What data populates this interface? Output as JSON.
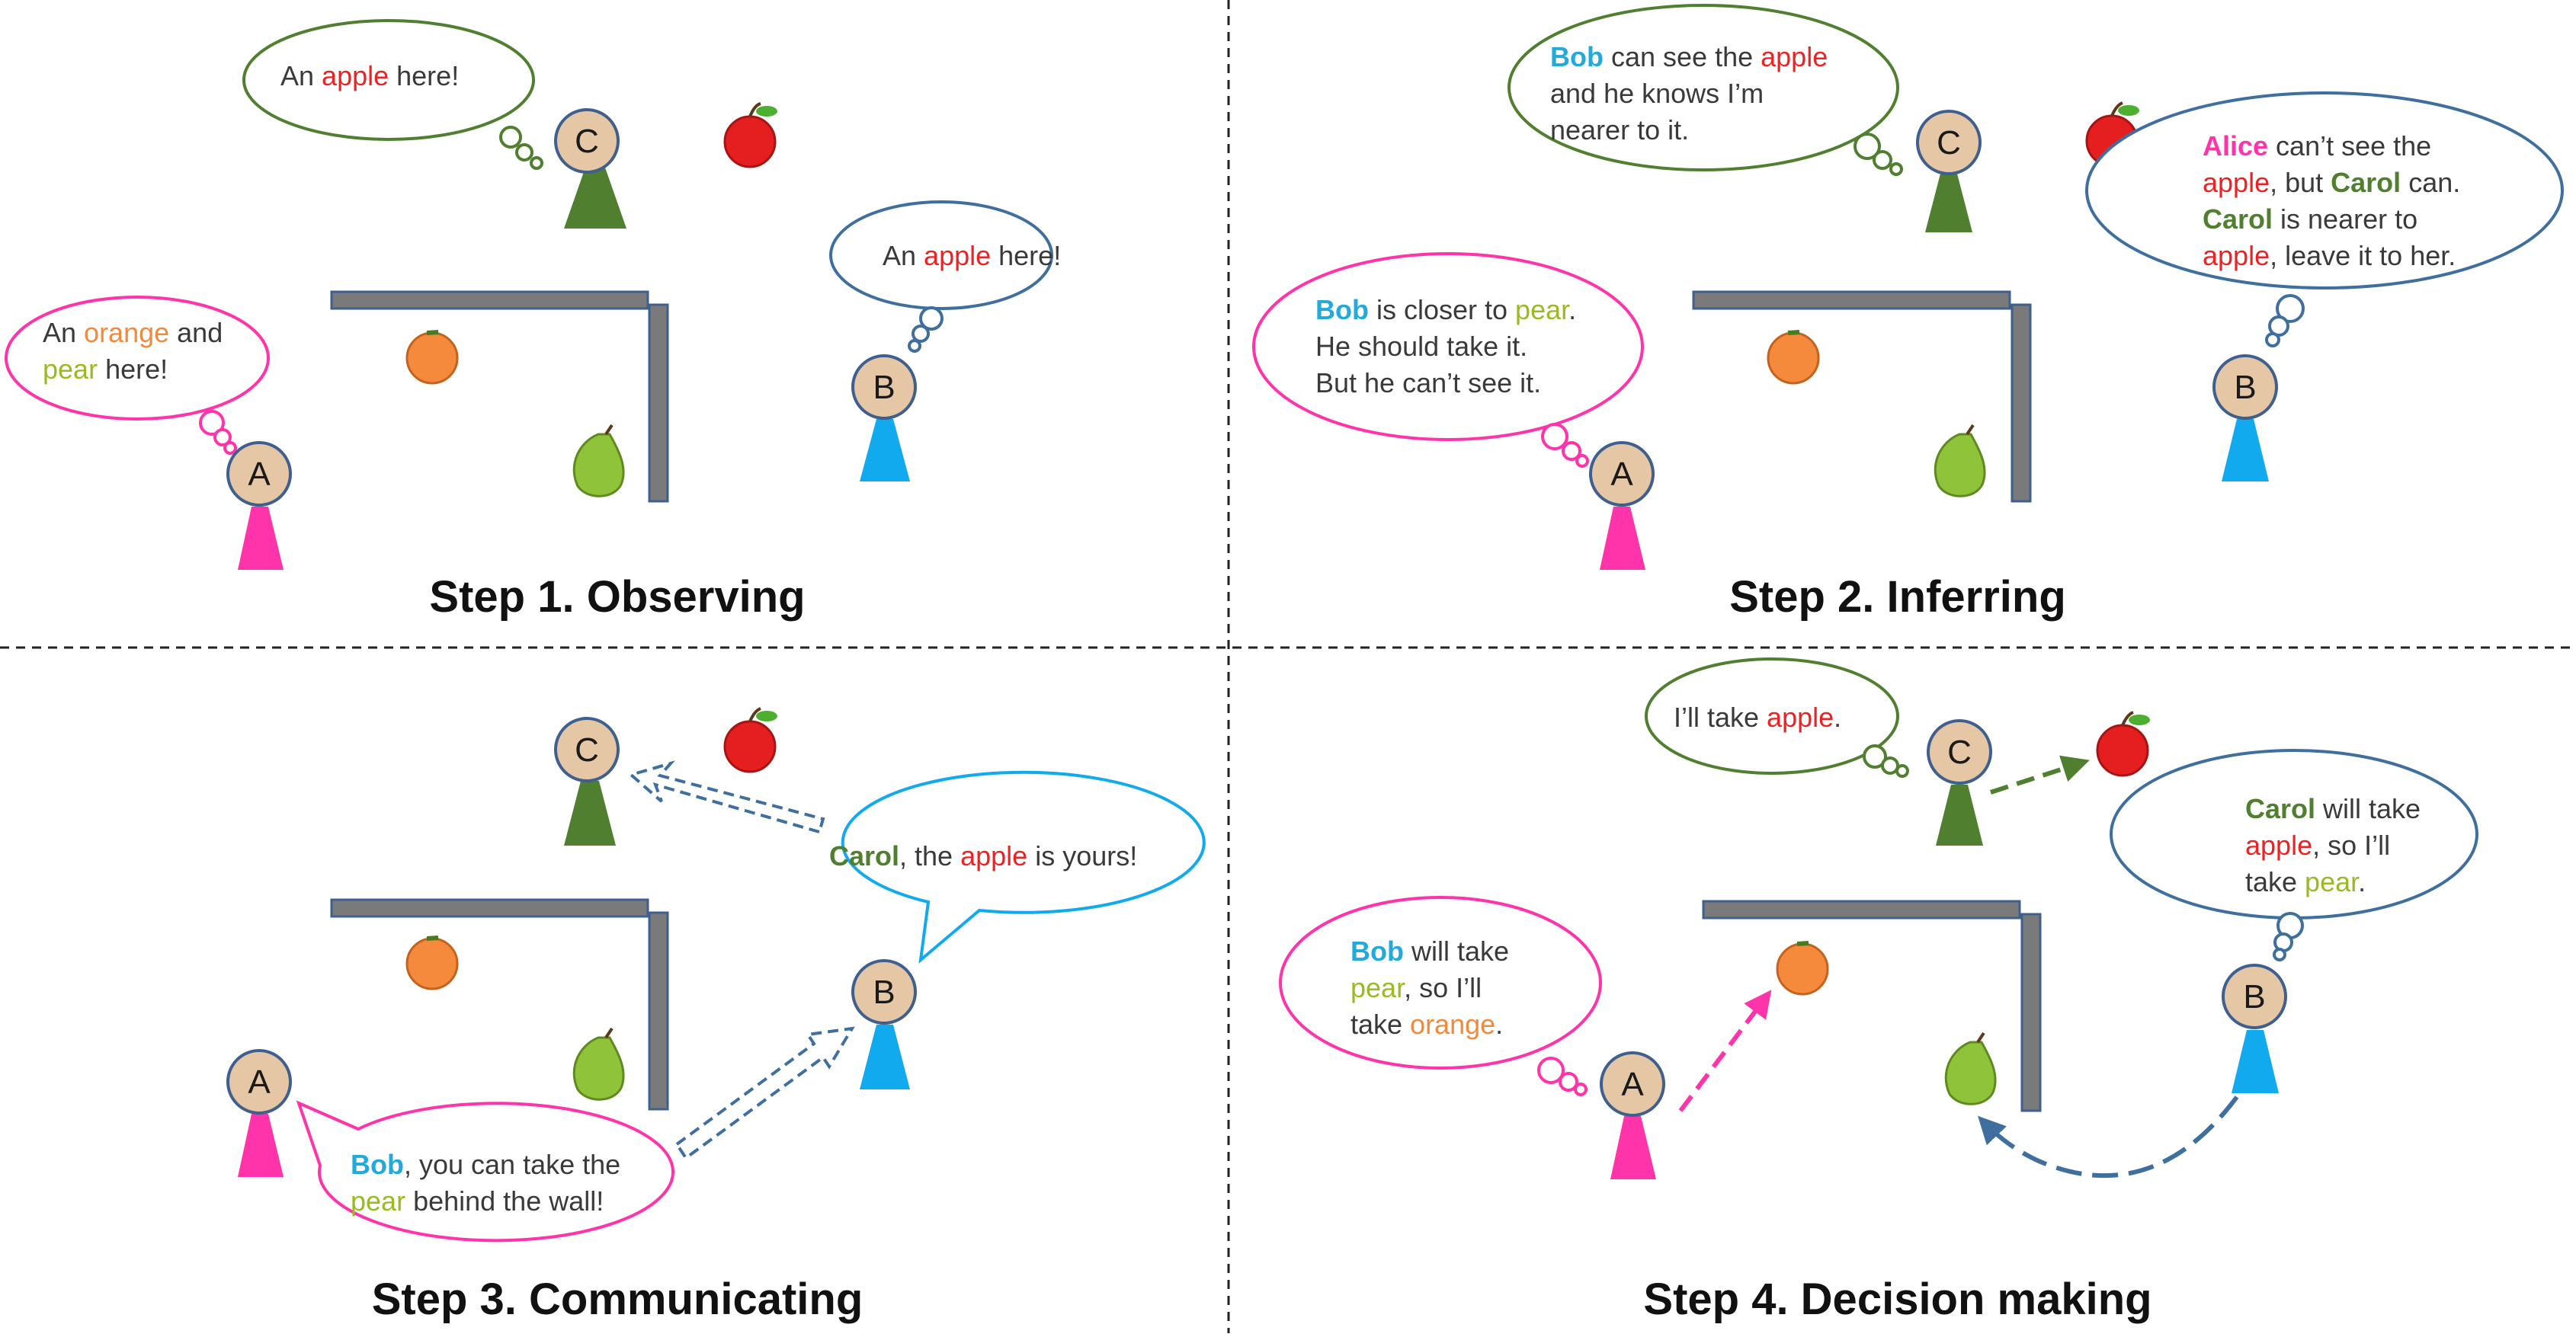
{
  "colors": {
    "alice": "#ff33aa",
    "bob": "#22aadd",
    "carol": "#4f7f2f",
    "apple": "#ee2222",
    "orange": "#f08a3c",
    "pear": "#99bb22",
    "wall": "#7a7a7a",
    "wall_edge": "#3f5f8f",
    "head": "#e6c7a5",
    "body_a": "#ff33aa",
    "body_b": "#11aaee",
    "body_c": "#4f7f2f",
    "text": "#3a3a3a"
  },
  "agents": {
    "a": "A",
    "b": "B",
    "c": "C"
  },
  "words": {
    "an": "An ",
    "and": " and",
    "here": " here!",
    "apple": "apple",
    "orange": "orange",
    "pear": "pear",
    "bob": "Bob",
    "alice": "Alice",
    "carol": "Carol"
  },
  "panels": [
    {
      "title": "Step 1. Observing",
      "c_thought": {
        "post": " here!"
      },
      "b_thought": {
        "post": " here!"
      },
      "a_thought": {
        "line2_post": " here!"
      }
    },
    {
      "title": "Step 2. Inferring",
      "c_thought": {
        "l1_mid": " can see the ",
        "l2": "and he knows I’m",
        "l3": "nearer to it."
      },
      "b_thought": {
        "l1_post": " can’t see the",
        "l2_mid": ", but ",
        "l2_post": " can.",
        "l3_post": " is nearer to",
        "l4_post": ", leave it to her."
      },
      "a_thought": {
        "l1_mid": " is closer to ",
        "l1_post": ".",
        "l2": "He should take it.",
        "l3": "But he can’t see it."
      }
    },
    {
      "title": "Step 3. Communicating",
      "b_speech": {
        "mid": ", the ",
        "post": " is yours!"
      },
      "a_speech": {
        "l1_post": ", you can take the",
        "l2_post": " behind the wall!"
      }
    },
    {
      "title": "Step 4. Decision making",
      "c_thought": {
        "pre": "I’ll take ",
        "post": "."
      },
      "b_thought": {
        "l1_post": " will take",
        "l2_post": ", so I’ll",
        "l3_pre": "take ",
        "l3_post": "."
      },
      "a_thought": {
        "l1_post": " will take",
        "l2_post": ", so I’ll",
        "l3_pre": "take ",
        "l3_post": "."
      }
    }
  ]
}
